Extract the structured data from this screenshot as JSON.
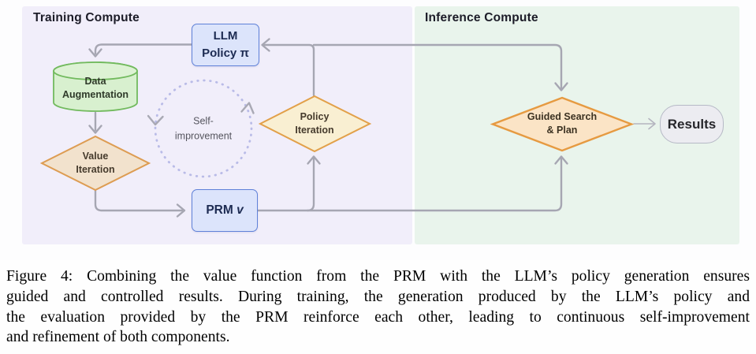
{
  "figure": {
    "training_panel": {
      "title": "Training Compute"
    },
    "inference_panel": {
      "title": "Inference Compute"
    },
    "nodes": {
      "llm_policy": {
        "line1": "LLM",
        "line2_prefix": "Policy ",
        "symbol": "π"
      },
      "data_augmentation": {
        "line1": "Data",
        "line2": "Augmentation"
      },
      "value_iteration": {
        "line1": "Value",
        "line2": "Iteration"
      },
      "self_improvement": {
        "line1": "Self-",
        "line2": "improvement"
      },
      "policy_iteration": {
        "line1": "Policy",
        "line2": "Iteration"
      },
      "prm": {
        "label": "PRM ",
        "symbol": "v"
      },
      "guided_search": {
        "line1": "Guided Search",
        "line2": "& Plan"
      },
      "results": {
        "label": "Results"
      }
    },
    "colors": {
      "training_panel_bg": "#f1eefa",
      "inference_panel_bg": "#e9f4ec",
      "llm_prm_fill": "#dce4fb",
      "llm_prm_border": "#5f81d8",
      "cylinder_fill": "#d8f0cf",
      "cylinder_border": "#72ba5e",
      "value_diamond_fill": "#f2e2cd",
      "policy_diamond_fill": "#f9efd2",
      "guided_diamond_fill": "#fbe4c6",
      "diamond_border": "#e09c4a",
      "results_fill": "#ececf1",
      "results_border": "#b6b9c6",
      "arrow_gray": "#a6a6b2",
      "cycle_dashed": "#b9bbe7"
    }
  },
  "caption": {
    "lines": [
      "Figure 4: Combining the value function from the PRM with the LLM’s policy generation ensures",
      "guided and controlled results. During training, the generation produced by the LLM’s policy and",
      "the evaluation provided by the PRM reinforce each other, leading to continuous self-improvement",
      "and refinement of both components."
    ]
  }
}
